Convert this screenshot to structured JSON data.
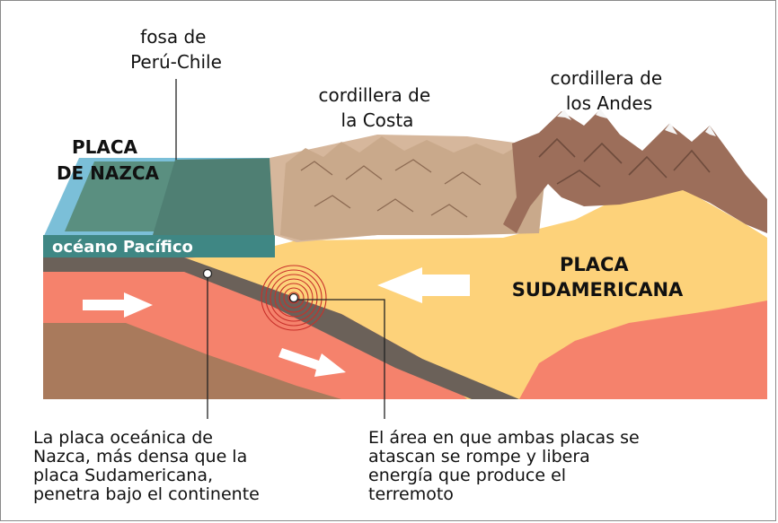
{
  "labels": {
    "trench": [
      "fosa de",
      "Perú-Chile"
    ],
    "coastal_range": [
      "cordillera de",
      "la Costa"
    ],
    "andes": [
      "cordillera de",
      "los Andes"
    ],
    "nazca_plate": [
      "PLACA",
      "DE NAZCA"
    ],
    "ocean": "océano Pacífico",
    "south_american_plate": [
      "PLACA",
      "SUDAMERICANA"
    ]
  },
  "captions": {
    "subduction": "La placa oceánica de\nNazca, más densa que la\nplaca Sudamericana,\npenetra bajo el continente",
    "earthquake": "El área en que ambas placas se\natascan se rompe y libera\nenergía que produce el\nterremoto"
  },
  "colors": {
    "ocean_top": "#7bbfd8",
    "ocean_water": "#4f7f73",
    "ocean_band": "#3f8784",
    "coastal_land": "#d6b79c",
    "mountains": "#9c6e5a",
    "continental_crust": "#fdd27a",
    "oceanic_crust": "#f5826c",
    "mantle": "#a97a5c",
    "slab": "#6b6159",
    "focus_rings": "#c8302a",
    "arrows": "#ffffff"
  }
}
